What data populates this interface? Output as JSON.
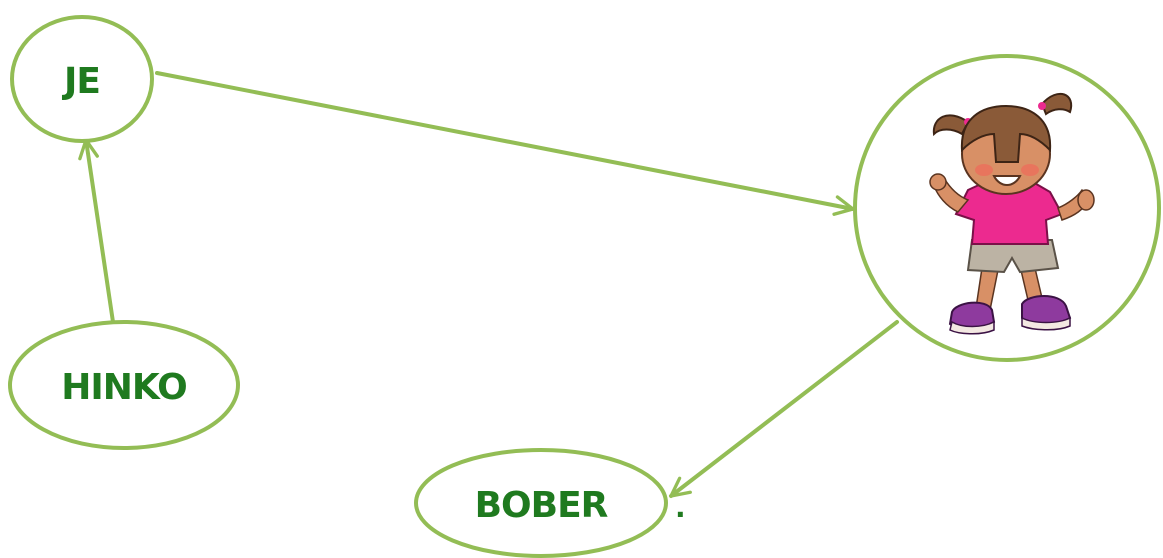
{
  "diagram": {
    "nodes": {
      "je": {
        "label": "JE"
      },
      "hinko": {
        "label": "HINKO"
      },
      "bober": {
        "label": "BOBER"
      },
      "girl": {
        "image": "cartoon-girl"
      }
    },
    "trailing_mark": ".",
    "edges": [
      {
        "from": "hinko",
        "to": "je"
      },
      {
        "from": "je",
        "to": "girl"
      },
      {
        "from": "girl",
        "to": "bober"
      }
    ],
    "colors": {
      "outline": "#93bd55",
      "text": "#1f7a1f",
      "shirt": "#ec2a8f",
      "skin": "#d89066",
      "hair": "#8a5a38",
      "shorts": "#bcb3a4",
      "shoes": "#8e3a9e"
    }
  }
}
